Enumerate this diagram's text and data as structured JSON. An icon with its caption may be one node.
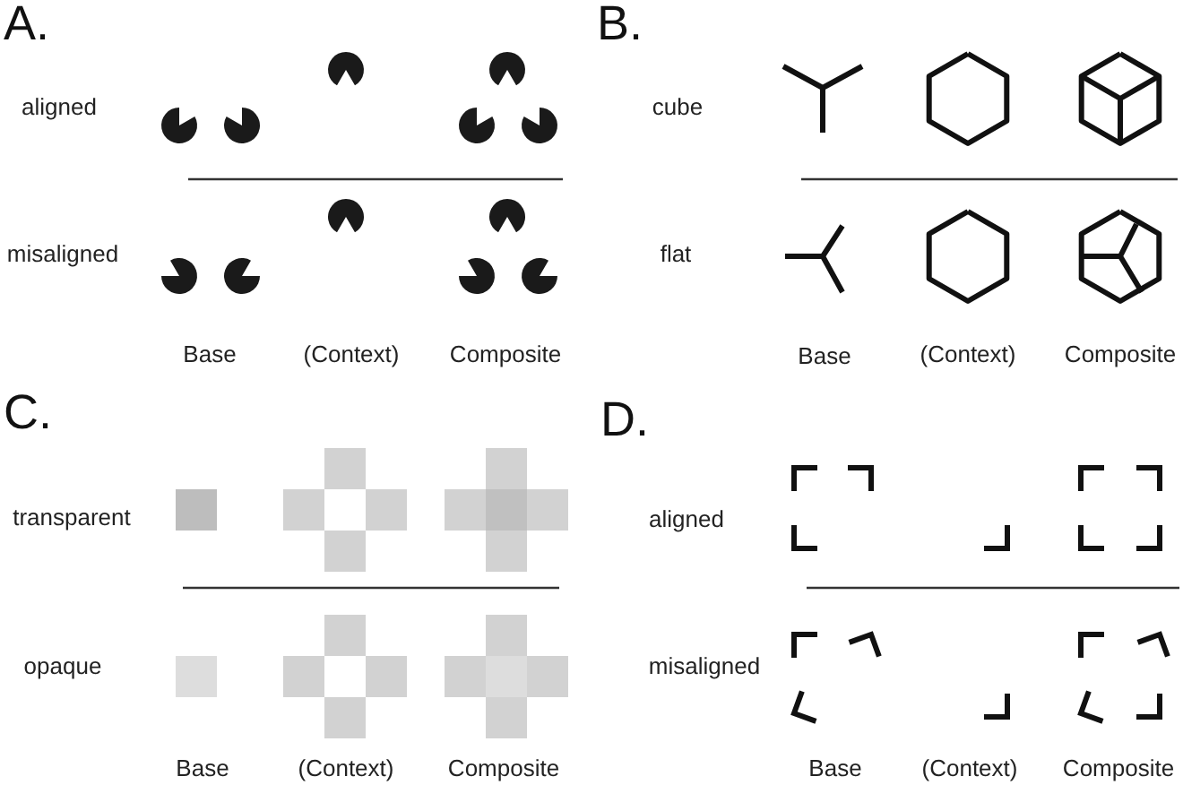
{
  "diagram": {
    "labels": [
      "A.",
      "aligned",
      "misaligned",
      "Base",
      "(Context)",
      "Composite",
      "B.",
      "cube",
      "flat",
      "Base",
      "(Context)",
      "Composite",
      "C.",
      "transparent",
      "opaque",
      "Base",
      "(Context)",
      "Composite",
      "D.",
      "aligned",
      "misaligned",
      "Base",
      "(Context)",
      "Composite"
    ]
  }
}
